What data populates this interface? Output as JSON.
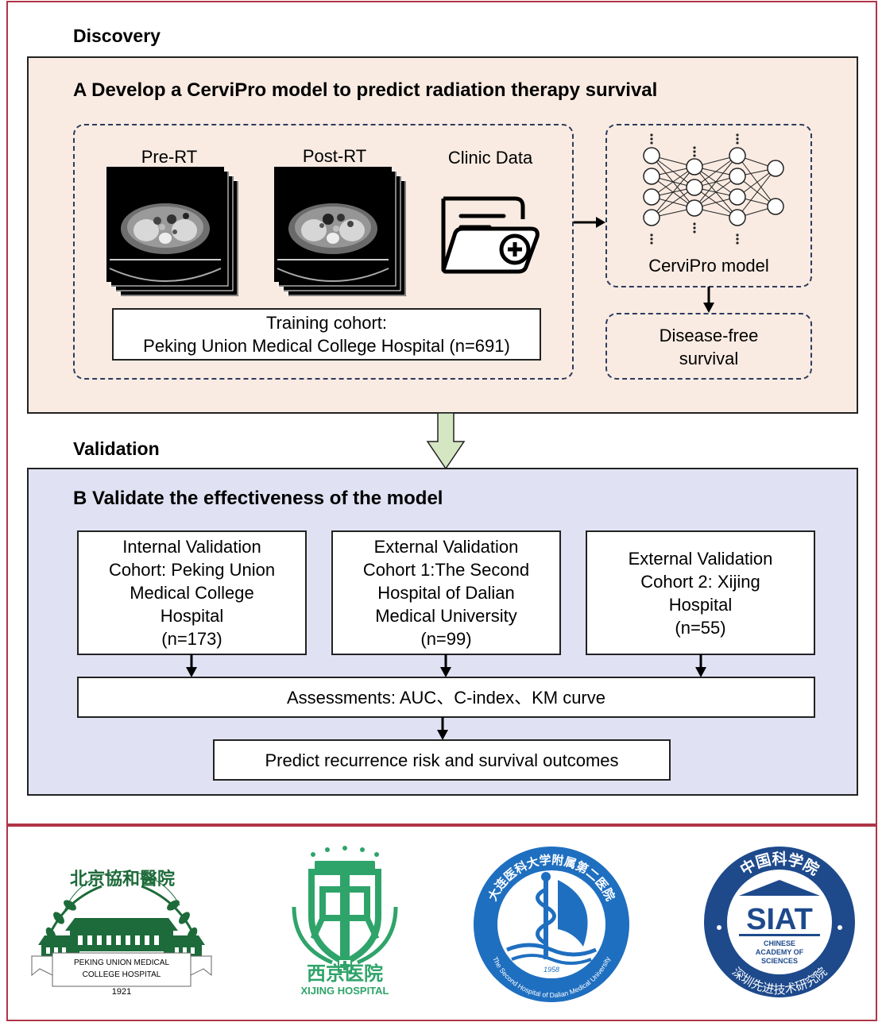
{
  "colors": {
    "border_red": "#b03548",
    "discovery_bg": "#f9ebe2",
    "validation_bg": "#e0e2f3",
    "dash_navy": "#2d3a5c",
    "arrow_green": "#d5e6c2",
    "pumch_green": "#1d6b3a",
    "xijing_green": "#2fa46a",
    "dalian_blue": "#1f6fc0",
    "siat_navy": "#1e4a8c"
  },
  "discovery": {
    "heading": "Discovery",
    "panel_title": "A  Develop a CerviPro model to predict radiation therapy survival",
    "pre_rt_label": "Pre-RT",
    "post_rt_label": "Post-RT",
    "clinic_label": "Clinic Data",
    "training_text": "Training cohort:\nPeking Union Medical College Hospital (n=691)",
    "model_label": "CerviPro model",
    "dfs_text": "Disease-free\nsurvival"
  },
  "validation": {
    "heading": "Validation",
    "panel_title": "B  Validate the effectiveness of the model",
    "cohort_internal": "Internal Validation\nCohort: Peking Union\nMedical College\nHospital\n(n=173)",
    "cohort_external1": "External Validation\nCohort 1:The Second\nHospital of Dalian\nMedical University\n(n=99)",
    "cohort_external2": "External Validation\nCohort 2: Xijing\nHospital\n(n=55)",
    "assessments": "Assessments: AUC、C-index、KM curve",
    "predict": "Predict recurrence risk and survival outcomes"
  },
  "logos": {
    "pumch": {
      "line1": "PEKING UNION MEDICAL",
      "line2": "COLLEGE HOSPITAL",
      "year": "1921",
      "seal": "北京協和醫院"
    },
    "xijing": {
      "cn": "西京医院",
      "en": "XIJING HOSPITAL"
    },
    "dalian": {
      "seal_cn": "大连医科大学附属第二医院",
      "seal_en": "The Second Hospital of Dalian Medical University",
      "year": "1958"
    },
    "siat": {
      "top_cn": "中国科学院",
      "name": "SIAT",
      "sub1": "CHINESE",
      "sub2": "ACADEMY OF",
      "sub3": "SCIENCES",
      "bottom_cn": "深圳先进技术研究院"
    }
  },
  "icons": [
    "ct-scan-image",
    "folder-plus-icon",
    "neural-network-icon",
    "down-arrow-icon",
    "right-arrow-icon"
  ]
}
